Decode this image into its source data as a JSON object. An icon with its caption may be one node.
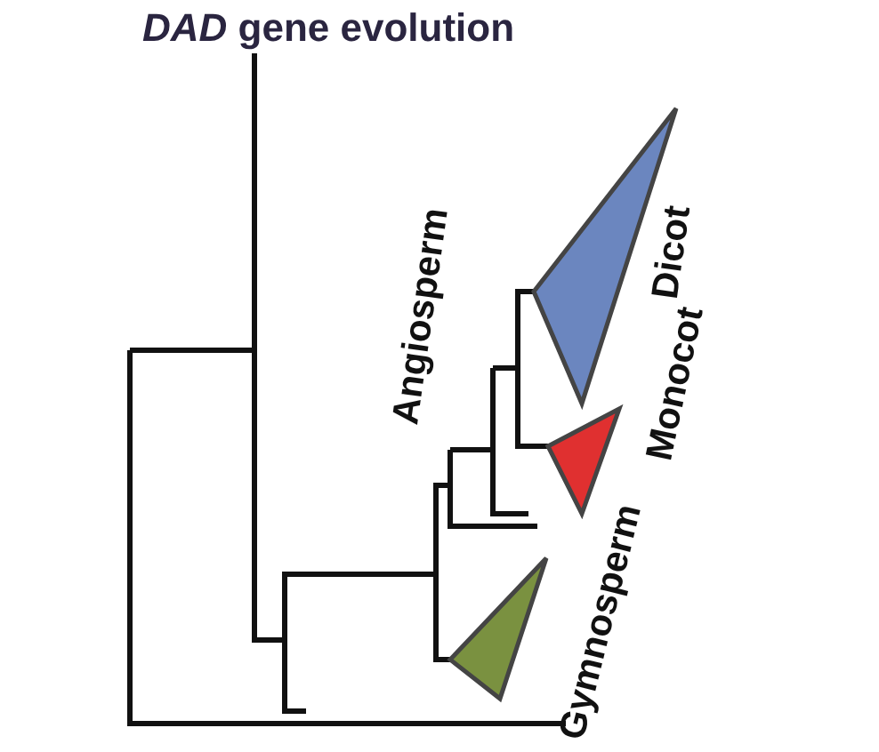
{
  "diagram": {
    "title": "*DAD* gene evolution",
    "nodes": [
      {
        "text": [],
        "shape": "triangle"
      },
      {
        "text": [],
        "shape": "triangle"
      },
      {
        "text": [],
        "shape": "triangle"
      }
    ],
    "edges": [],
    "labels": [
      "Angiosperm",
      "Dicot",
      "Monocot",
      "Gymnosperm"
    ]
  }
}
